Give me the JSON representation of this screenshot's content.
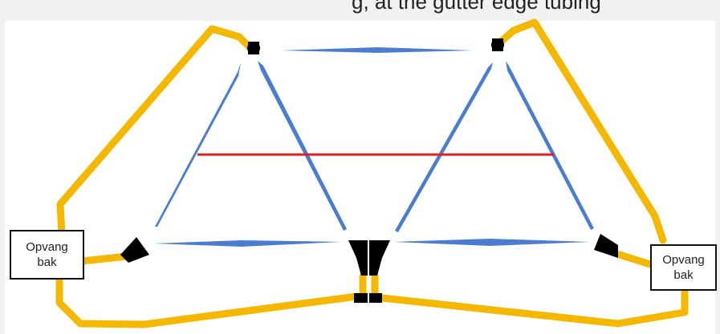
{
  "caption_fragment": "g, at the gutter edge tubing",
  "colors": {
    "background": "#f2f1f1",
    "canvas": "#ffffff",
    "gutter_pipe": "#f5b800",
    "frame_rod": "#4a7dd1",
    "tie_rod": "#e02020",
    "connector": "#000000"
  },
  "bins": {
    "left": {
      "line1": "Opvang",
      "line2": "bak"
    },
    "right": {
      "line1": "Opvang",
      "line2": "bak"
    }
  }
}
